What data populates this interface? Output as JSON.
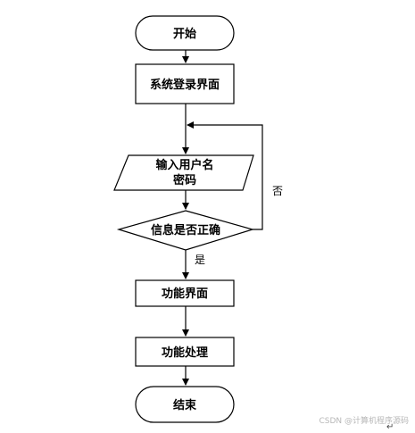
{
  "flowchart": {
    "start": "开始",
    "login_screen": "系统登录界面",
    "input_line1": "输入用户名",
    "input_line2": "密码",
    "decision": "信息是否正确",
    "yes_label": "是",
    "no_label": "否",
    "function_screen": "功能界面",
    "function_process": "功能处理",
    "end": "结束"
  },
  "watermark": "CSDN @计算机程序源码",
  "return_mark": "↵"
}
